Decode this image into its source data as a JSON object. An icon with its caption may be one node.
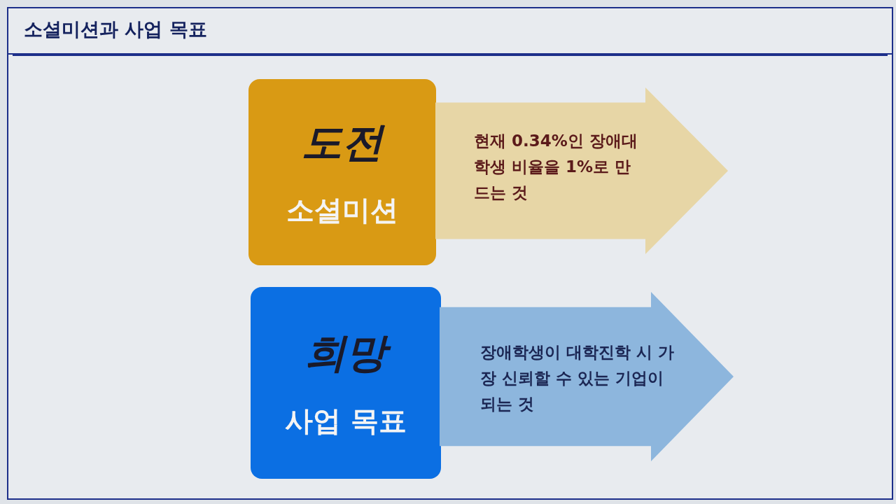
{
  "diagram": {
    "title": "소셜미션과 사업 목표",
    "nodes": [
      {
        "text": [
          "도전",
          "소셜미션"
        ]
      },
      {
        "text": [
          "현재 0.34%인 장애대학생 비율을 1%로 만드는 것"
        ]
      },
      {
        "text": [
          "희망",
          "사업 목표"
        ]
      },
      {
        "text": [
          "장애학생이 대학진학 시 가장 신뢰할 수 있는 기업이 되는 것"
        ]
      }
    ]
  }
}
